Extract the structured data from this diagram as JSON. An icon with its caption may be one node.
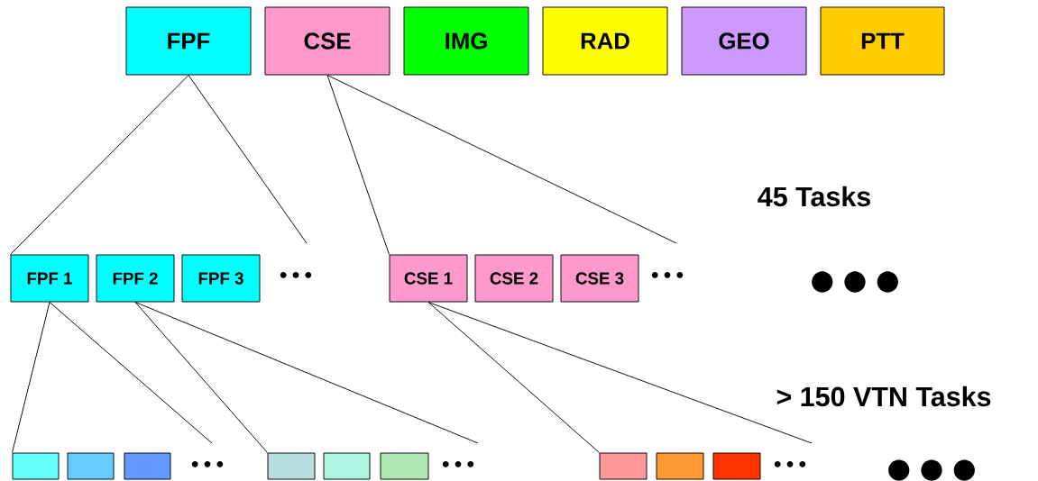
{
  "diagram": {
    "nodes": [
      {
        "text": [
          "FPF"
        ]
      },
      {
        "text": [
          "CSE"
        ]
      },
      {
        "text": [
          "IMG"
        ]
      },
      {
        "text": [
          "RAD"
        ]
      },
      {
        "text": [
          "GEO"
        ]
      },
      {
        "text": [
          "PTT"
        ]
      },
      {
        "text": [
          "FPF 1"
        ]
      },
      {
        "text": [
          "FPF 2"
        ]
      },
      {
        "text": [
          "FPF 3"
        ]
      },
      {
        "text": [
          "CSE 1"
        ]
      },
      {
        "text": [
          "CSE 2"
        ]
      },
      {
        "text": [
          "CSE 3"
        ]
      },
      {
        "text": [],
        "shape": "box"
      },
      {
        "text": [],
        "shape": "box"
      },
      {
        "text": [],
        "shape": "box"
      },
      {
        "text": [],
        "shape": "box"
      },
      {
        "text": [],
        "shape": "box"
      },
      {
        "text": [],
        "shape": "box"
      },
      {
        "text": [],
        "shape": "box"
      },
      {
        "text": [],
        "shape": "box"
      },
      {
        "text": [],
        "shape": "box"
      }
    ],
    "edges": [
      {
        "from": 0,
        "to": 6,
        "arrow": "none"
      },
      {
        "from": 0,
        "to": null,
        "arrow": "none"
      },
      {
        "from": 1,
        "to": 9,
        "arrow": "none"
      },
      {
        "from": 1,
        "to": null,
        "arrow": "none"
      },
      {
        "from": 6,
        "to": 12,
        "arrow": "none"
      },
      {
        "from": 6,
        "to": null,
        "arrow": "none"
      },
      {
        "from": 7,
        "to": 15,
        "arrow": "none"
      },
      {
        "from": 7,
        "to": null,
        "arrow": "none"
      },
      {
        "from": 9,
        "to": 18,
        "arrow": "none"
      },
      {
        "from": 9,
        "to": null,
        "arrow": "none"
      }
    ],
    "labels": [
      "45 Tasks",
      "•••",
      "•••",
      "● ● ●",
      "> 150 VTN Tasks",
      "•••",
      "•••",
      "•••",
      "● ● ●"
    ]
  }
}
